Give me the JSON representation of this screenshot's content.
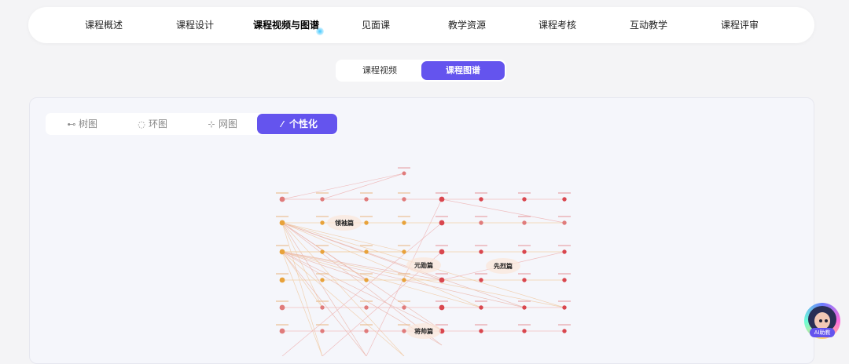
{
  "top_nav": {
    "items": [
      "课程概述",
      "课程设计",
      "课程视频与图谱",
      "见面课",
      "教学资源",
      "课程考核",
      "互动教学",
      "课程评审"
    ],
    "active": "课程视频与图谱"
  },
  "sub_tabs": {
    "items": [
      "课程视频",
      "课程图谱"
    ],
    "active": "课程图谱"
  },
  "view_tabs": {
    "items": [
      {
        "label": "树图",
        "icon": "tree-icon"
      },
      {
        "label": "环图",
        "icon": "ring-icon"
      },
      {
        "label": "网图",
        "icon": "network-icon"
      },
      {
        "label": "个性化",
        "icon": "magic-wand-icon"
      }
    ],
    "active": "个性化"
  },
  "graph": {
    "clusters": [
      "领袖篇",
      "元勋篇",
      "先烈篇",
      "将帅篇"
    ],
    "colors": {
      "red": "#d9464e",
      "pink": "#e07b7b",
      "orange": "#e8a23a",
      "accent": "#6454ee"
    }
  },
  "ai_assistant": {
    "label": "AI助教"
  }
}
